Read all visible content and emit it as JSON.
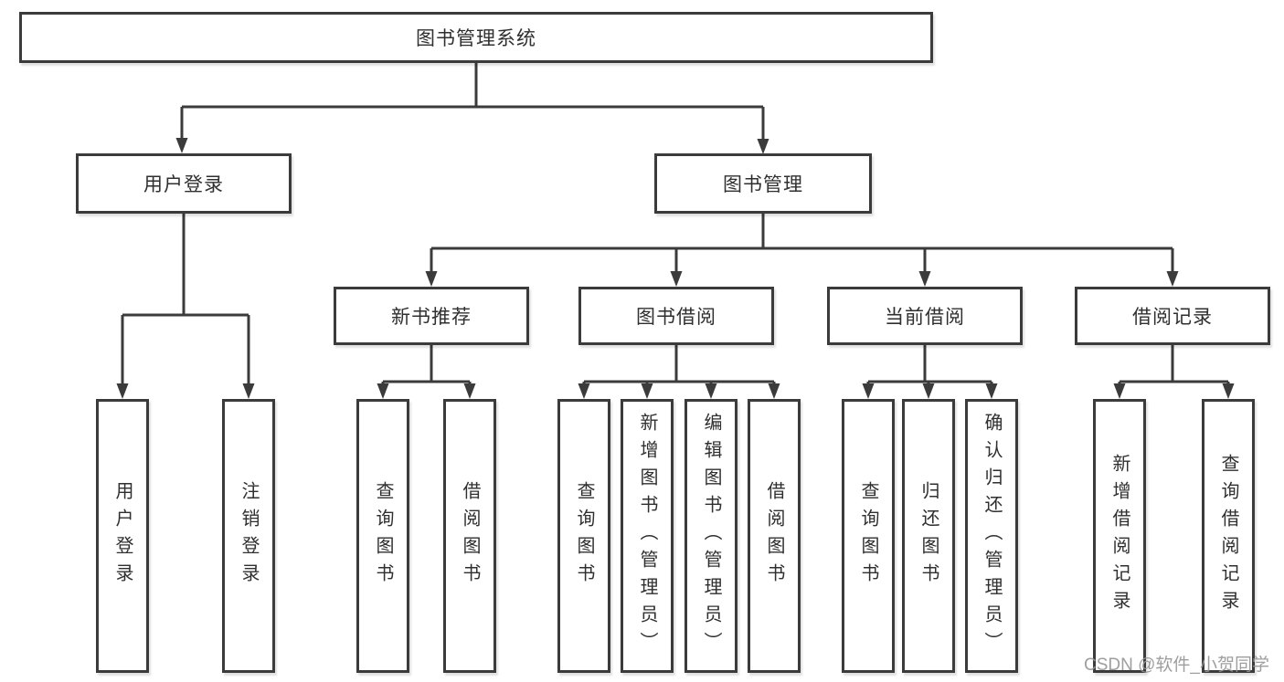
{
  "diagram": {
    "title": "图书管理系统",
    "nodes": {
      "root": {
        "label": "图书管理系统"
      },
      "user_login": {
        "label": "用户登录"
      },
      "book_mgmt": {
        "label": "图书管理"
      },
      "new_book_rec": {
        "label": "新书推荐"
      },
      "book_borrow": {
        "label": "图书借阅"
      },
      "current_borrow": {
        "label": "当前借阅"
      },
      "borrow_records": {
        "label": "借阅记录"
      },
      "login": {
        "label": "用户登录"
      },
      "logout": {
        "label": "注销登录"
      },
      "nbr_query": {
        "label": "查询图书"
      },
      "nbr_borrow": {
        "label": "借阅图书"
      },
      "bb_query": {
        "label": "查询图书"
      },
      "bb_add": {
        "label": "新增图书（管理员）"
      },
      "bb_edit": {
        "label": "编辑图书（管理员）"
      },
      "bb_borrow": {
        "label": "借阅图书"
      },
      "cb_query": {
        "label": "查询图书"
      },
      "cb_return": {
        "label": "归还图书"
      },
      "cb_confirm": {
        "label": "确认归还（管理员）"
      },
      "br_add": {
        "label": "新增借阅记录"
      },
      "br_query": {
        "label": "查询借阅记录"
      }
    },
    "colors": {
      "line": "#3b3b3b",
      "text": "#2f2f2f",
      "watermark": "#969696",
      "background": "#ffffff"
    },
    "watermark": "CSDN @软件_小贺同学"
  }
}
